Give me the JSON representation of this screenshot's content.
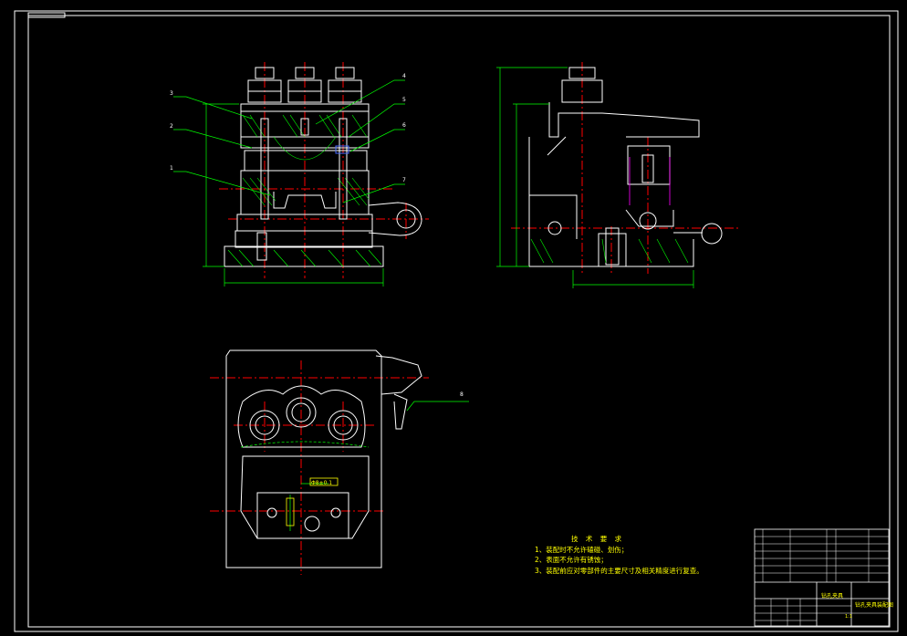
{
  "drawing": {
    "colors": {
      "background": "#000000",
      "border": "#00ffff",
      "outline": "#ffffff",
      "center_line": "#ff0000",
      "dimension": "#00ff00",
      "hatch": "#00ff00",
      "text": "#ffff00",
      "accent_blue": "#4a6cff",
      "magenta": "#ff00ff"
    },
    "balloons": [
      "3",
      "2",
      "1",
      "4",
      "5",
      "6",
      "7",
      "8"
    ],
    "tolerance_labels": [
      "Φ8±0.1"
    ]
  },
  "tech_requirements": {
    "title": "技 术 要 求",
    "items": [
      "1、装配时不允许磕碰、划伤；",
      "2、表面不允许有锈蚀；",
      "3、装配前应对零部件的主要尺寸及相关精度进行复查。"
    ]
  },
  "title_block": {
    "drawing_name": "钻孔夹具装配图",
    "part_label": "钻孔夹具",
    "scale": "1:1"
  }
}
